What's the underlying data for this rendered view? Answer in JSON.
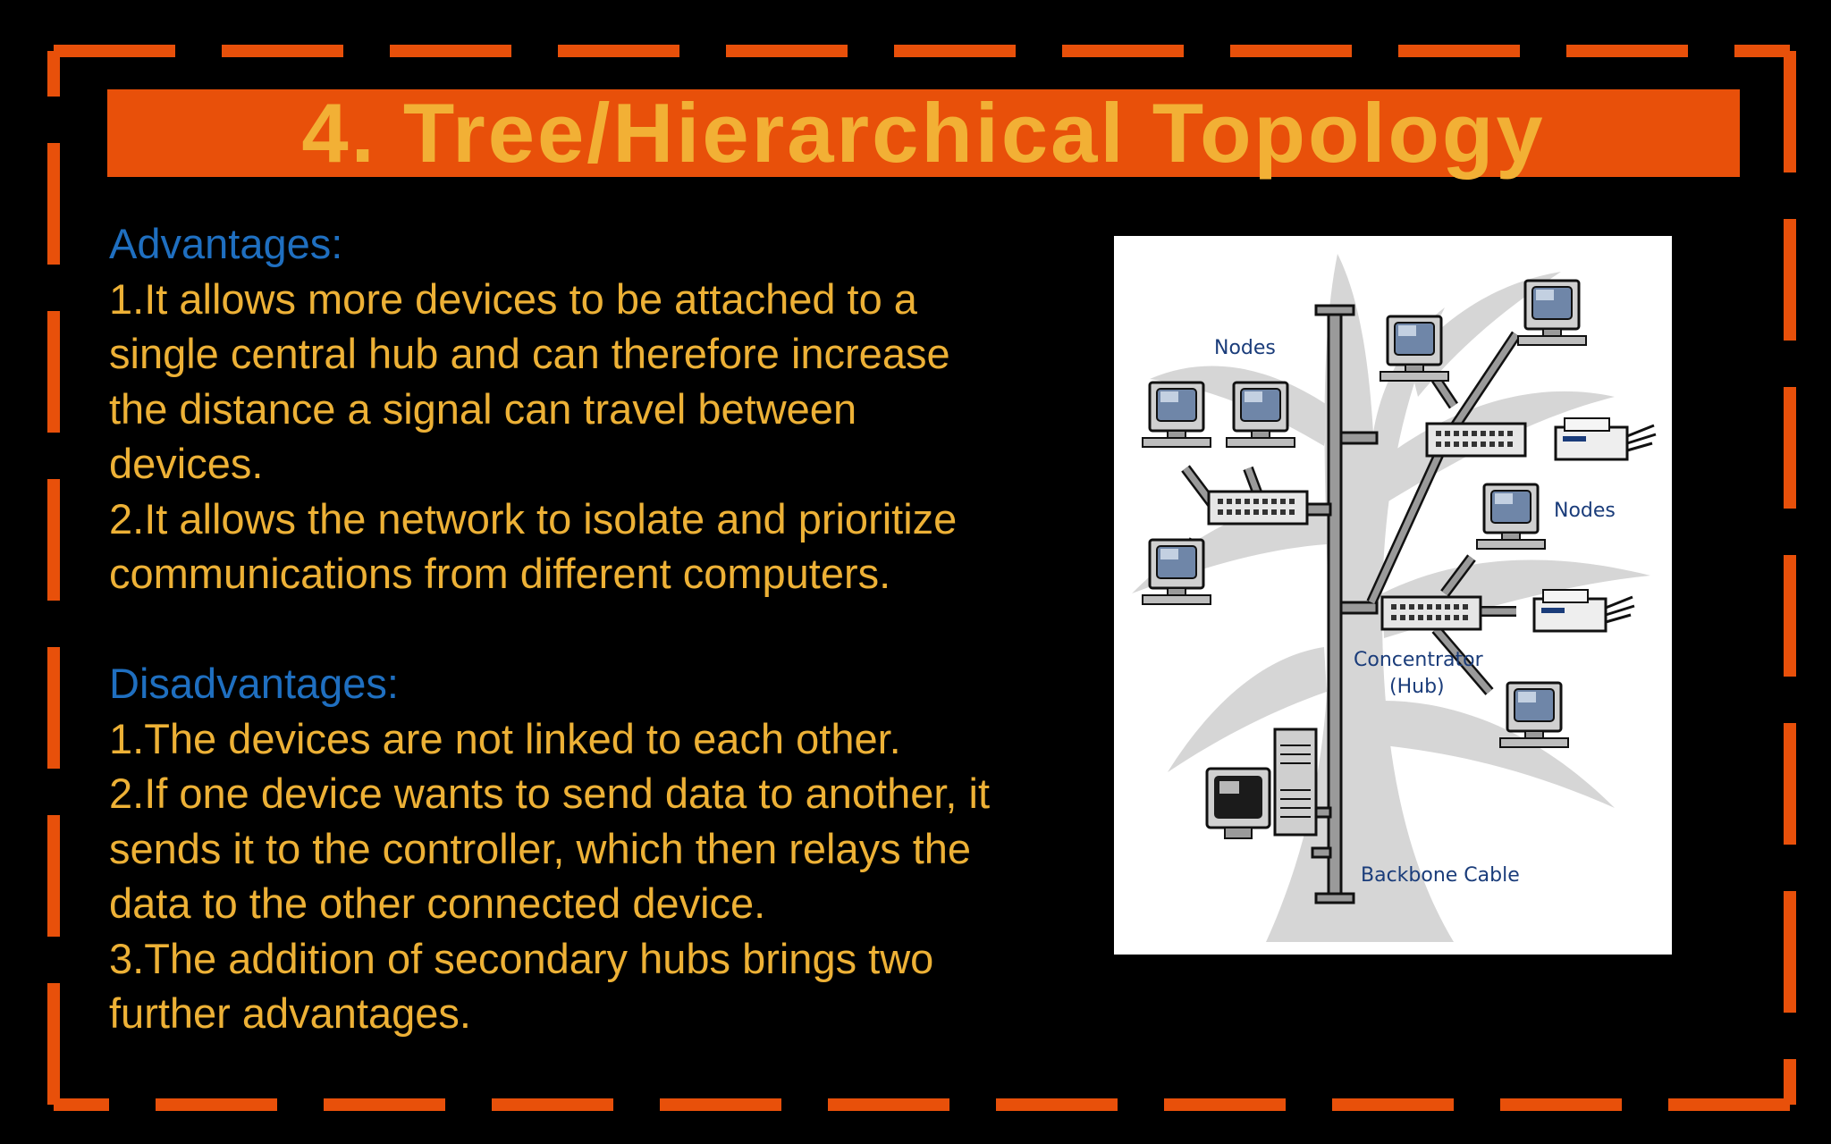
{
  "slide": {
    "title": "4. Tree/Hierarchical Topology",
    "colors": {
      "background": "#000000",
      "accent": "#E8500A",
      "title_text": "#F2B035",
      "body_text": "#EDB136",
      "heading_text": "#1F6FC0"
    }
  },
  "advantages": {
    "heading": "Advantages:",
    "lines": [
      "1.It allows more devices to be attached to a",
      "single central hub and can therefore increase",
      "the distance a signal can travel between",
      "devices.",
      "2.It allows the network to isolate and prioritize",
      "communications from different computers."
    ]
  },
  "disadvantages": {
    "heading": "Disadvantages:",
    "lines": [
      "1.The devices are not linked to each other.",
      "2.If one device wants to send data to another, it",
      "sends it to the controller, which then relays the",
      "data to the other connected device.",
      "3.The addition of secondary hubs brings two",
      "further advantages."
    ]
  },
  "diagram": {
    "labels": {
      "nodes_left": "Nodes",
      "nodes_right": "Nodes",
      "concentrator_line1": "Concentrator",
      "concentrator_line2": "(Hub)",
      "backbone": "Backbone Cable"
    },
    "label_color": "#1A3C7A"
  }
}
